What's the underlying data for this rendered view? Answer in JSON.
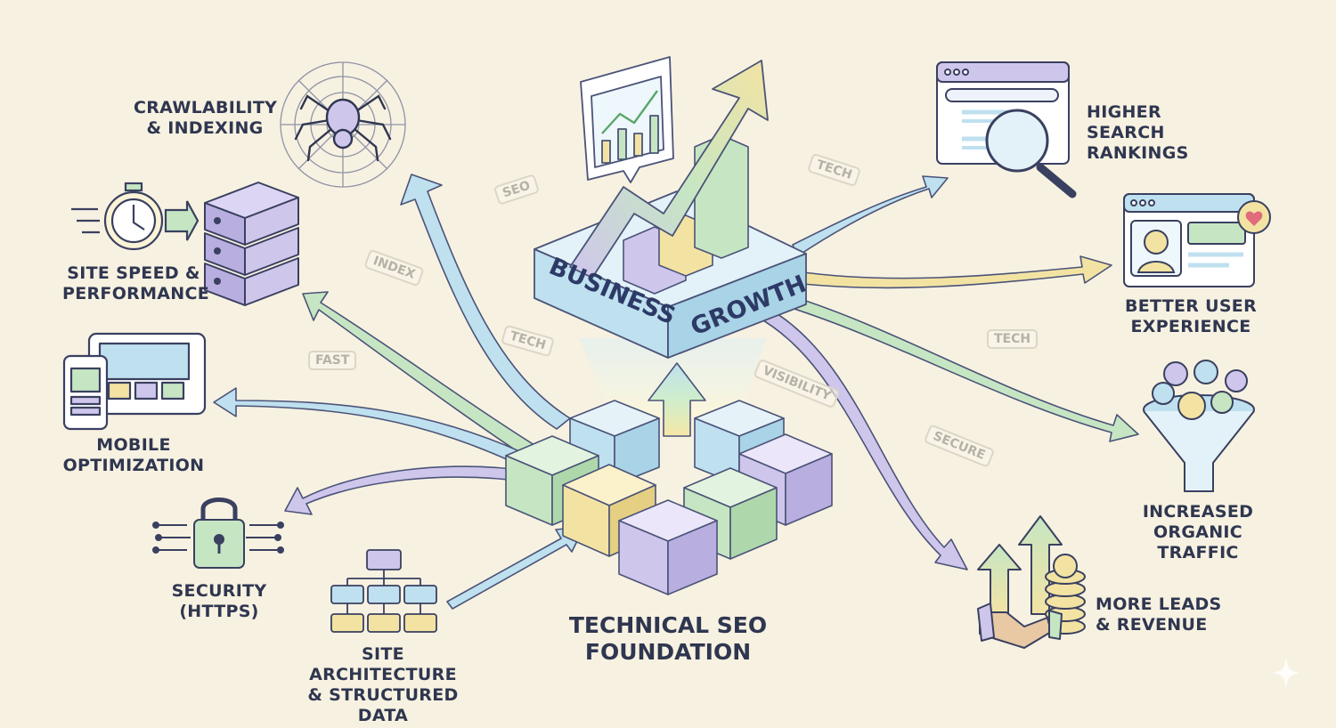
{
  "center": {
    "foundation_line1": "TECHNICAL SEO",
    "foundation_line2": "FOUNDATION",
    "growth_word1": "BUSINESS",
    "growth_word2": "GROWTH"
  },
  "inputs": [
    {
      "line1": "CRAWLABILITY",
      "line2": "& INDEXING",
      "icon": "spider-web-icon"
    },
    {
      "line1": "SITE SPEED &",
      "line2": "PERFORMANCE",
      "icon": "stopwatch-server-icon"
    },
    {
      "line1": "MOBILE",
      "line2": "OPTIMIZATION",
      "icon": "mobile-tablet-icon"
    },
    {
      "line1": "SECURITY",
      "line2": "(HTTPS)",
      "icon": "padlock-icon"
    },
    {
      "line1": "SITE ARCHITECTURE",
      "line2": "& STRUCTURED DATA",
      "icon": "sitemap-icon"
    }
  ],
  "outcomes": [
    {
      "line1": "HIGHER SEARCH",
      "line2": "RANKINGS",
      "icon": "search-ranking-icon"
    },
    {
      "line1": "BETTER USER",
      "line2": "EXPERIENCE",
      "icon": "user-profile-icon"
    },
    {
      "line1": "INCREASED",
      "line2": "ORGANIC TRAFFIC",
      "icon": "funnel-icon"
    },
    {
      "line1": "MORE LEADS",
      "line2": "& REVENUE",
      "icon": "handshake-coins-icon"
    }
  ],
  "tags": [
    "SEO",
    "TECH",
    "INDEX",
    "TECH",
    "FAST",
    "VISIBILITY",
    "TECH",
    "SECURE"
  ],
  "colors": {
    "background": "#f7f1e1",
    "blue": "#bfe0ef",
    "green": "#c6e6c3",
    "yellow": "#f3e3a3",
    "purple": "#cfc6ec",
    "outline": "#4b5378"
  }
}
